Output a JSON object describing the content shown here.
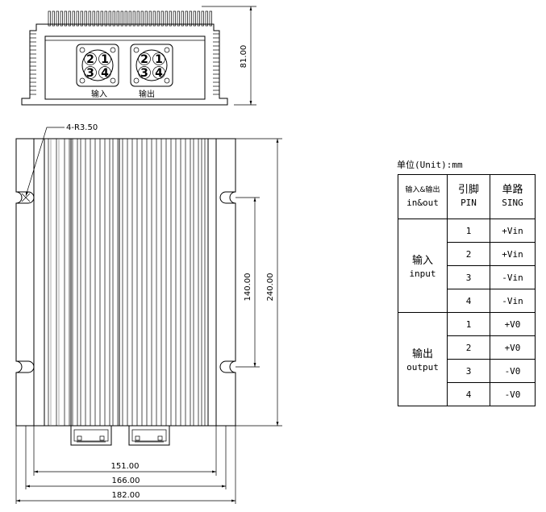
{
  "top_view": {
    "height_dim": "81.00",
    "connectors": [
      {
        "label": "输入",
        "pins": [
          "2",
          "1",
          "3",
          "4"
        ]
      },
      {
        "label": "输出",
        "pins": [
          "2",
          "1",
          "3",
          "4"
        ]
      }
    ]
  },
  "plan_view": {
    "hole_note": "4-R3.50",
    "dims": {
      "hole_spacing_v": "140.00",
      "height": "240.00",
      "width_inner": "151.00",
      "width_mid": "166.00",
      "width_outer": "182.00"
    }
  },
  "table": {
    "unit_label": "单位(Unit):mm",
    "headers": {
      "io_cn": "输入&输出",
      "io_en": "in&out",
      "pin_cn": "引脚",
      "pin_en": "PIN",
      "sig_cn": "单路",
      "sig_en": "SING"
    },
    "groups": [
      {
        "name_cn": "输入",
        "name_en": "input",
        "rows": [
          {
            "pin": "1",
            "sig": "+Vin"
          },
          {
            "pin": "2",
            "sig": "+Vin"
          },
          {
            "pin": "3",
            "sig": "-Vin"
          },
          {
            "pin": "4",
            "sig": "-Vin"
          }
        ]
      },
      {
        "name_cn": "输出",
        "name_en": "output",
        "rows": [
          {
            "pin": "1",
            "sig": "+V0"
          },
          {
            "pin": "2",
            "sig": "+V0"
          },
          {
            "pin": "3",
            "sig": "-V0"
          },
          {
            "pin": "4",
            "sig": "-V0"
          }
        ]
      }
    ]
  }
}
